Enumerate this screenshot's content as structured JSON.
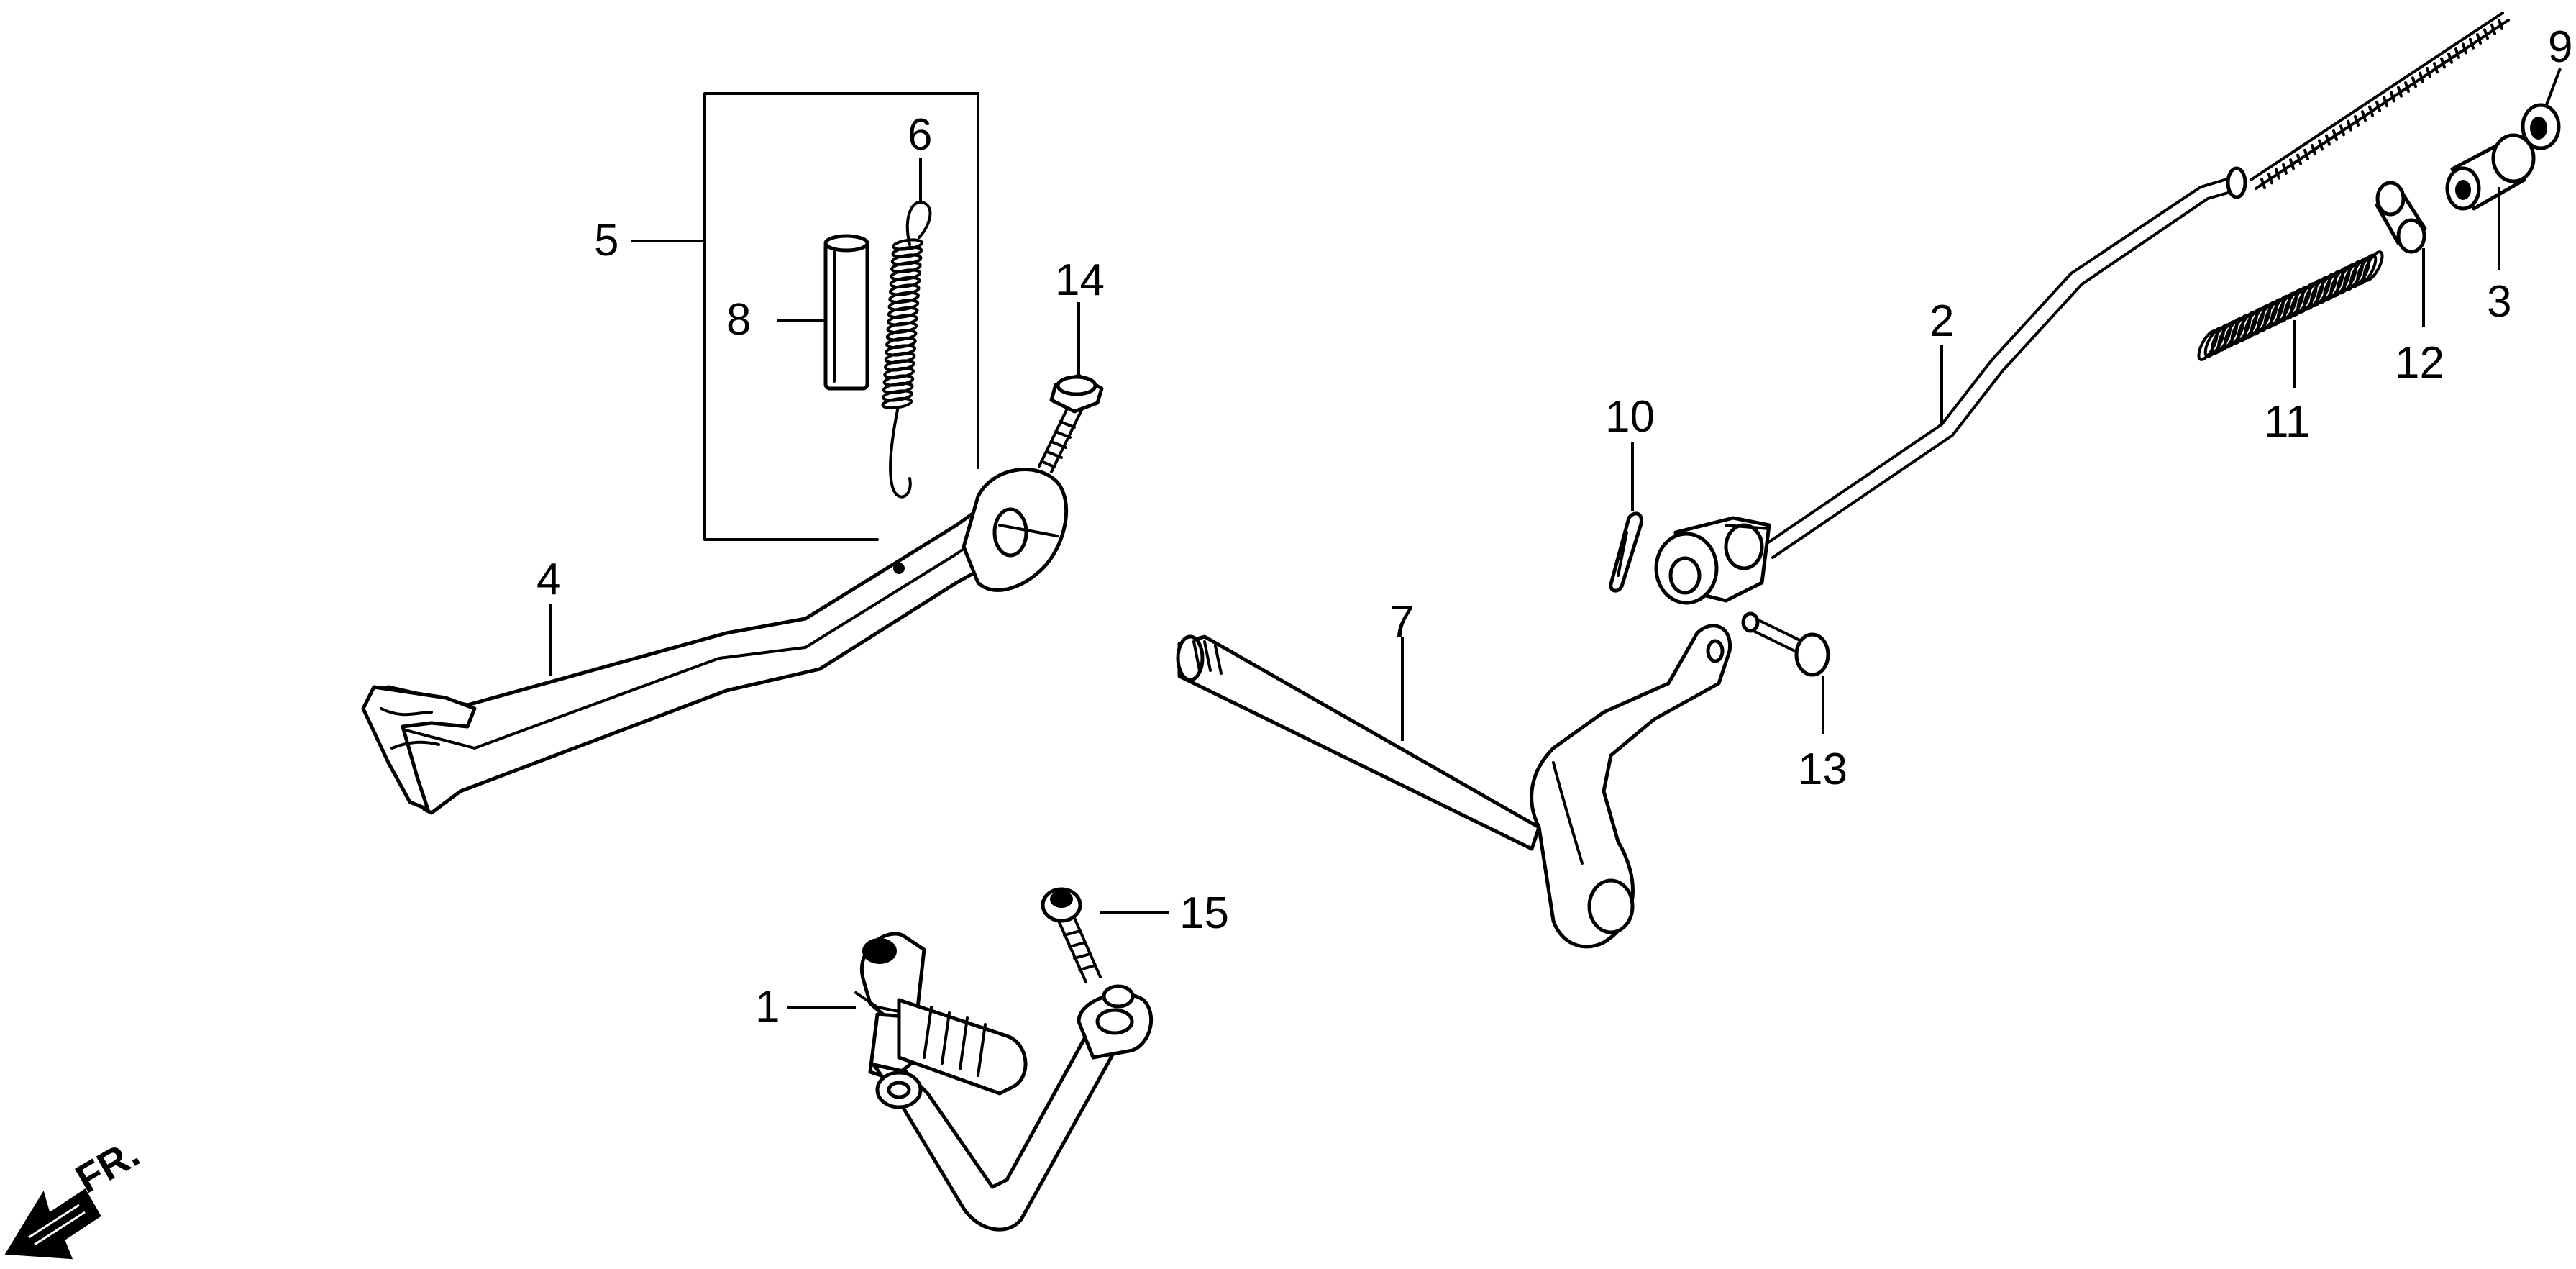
{
  "callouts": {
    "c1": "1",
    "c2": "2",
    "c3": "3",
    "c4": "4",
    "c5": "5",
    "c6": "6",
    "c7": "7",
    "c8": "8",
    "c9": "9",
    "c10": "10",
    "c11": "11",
    "c12": "12",
    "c13": "13",
    "c14": "14",
    "c15": "15"
  },
  "direction": {
    "label": "FR.",
    "icon": "front-direction-arrow-icon"
  },
  "colors": {
    "line": "#000000",
    "background": "#ffffff"
  }
}
